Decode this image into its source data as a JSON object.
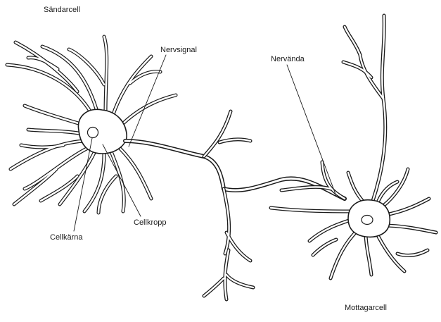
{
  "labels": {
    "sender_cell": "Sändarcell",
    "nerve_signal": "Nervsignal",
    "nerve_ending": "Nervända",
    "cell_body": "Cellkropp",
    "cell_nucleus": "Cellkärna",
    "receiver_cell": "Mottagarcell"
  },
  "colors": {
    "outline": "#1a1a1a",
    "fill": "#ffffff"
  }
}
